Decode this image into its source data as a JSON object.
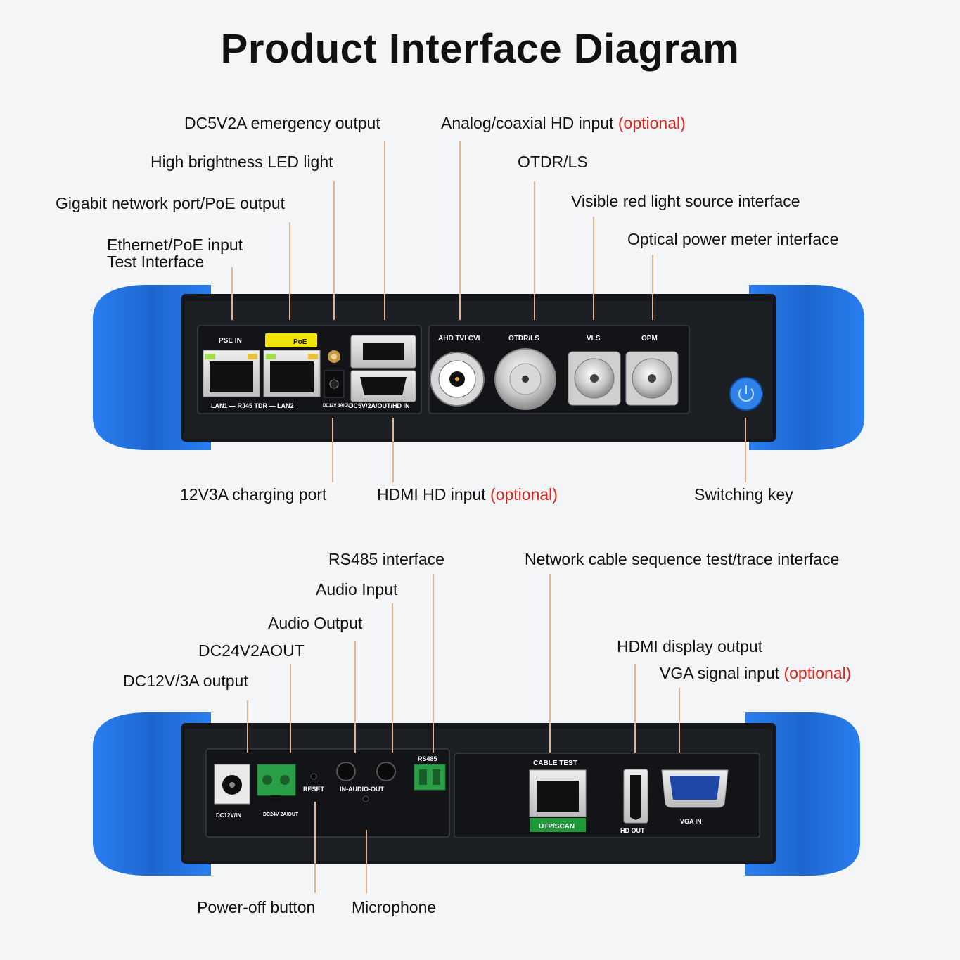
{
  "title": "Product Interface Diagram",
  "top_panel": {
    "labels_above": {
      "dc5v2a": "DC5V2A emergency output",
      "led": "High brightness LED light",
      "gigabit": "Gigabit network port/PoE output",
      "ethernet_line1": "Ethernet/PoE input",
      "ethernet_line2": "Test Interface",
      "analog": "Analog/coaxial HD input",
      "analog_opt": "(optional)",
      "otdr": "OTDR/LS",
      "vls": "Visible red light source interface",
      "opm": "Optical power meter interface"
    },
    "labels_below": {
      "charging": "12V3A charging port",
      "hdmi_in": "HDMI HD input",
      "hdmi_in_opt": "(optional)",
      "switching": "Switching key"
    },
    "panel_text": {
      "pse_in": "PSE IN",
      "poe": "PoE",
      "lan_caption": "LAN1 — RJ45 TDR — LAN2",
      "dc_small": "DC12V 3A/OUT",
      "dc5v_caption": "DC5V/2A/OUT/HD IN",
      "ahd": "AHD TVI CVI",
      "otdr_ls": "OTDR/LS",
      "vls": "VLS",
      "opm": "OPM"
    }
  },
  "bottom_panel": {
    "labels_above": {
      "rs485": "RS485 interface",
      "audio_in": "Audio Input",
      "audio_out": "Audio Output",
      "dc24": "DC24V2AOUT",
      "dc12": "DC12V/3A output",
      "cable": "Network cable sequence test/trace interface",
      "hdmi_out": "HDMI display output",
      "vga": "VGA signal input",
      "vga_opt": "(optional)"
    },
    "labels_below": {
      "power_off": "Power-off button",
      "mic": "Microphone"
    },
    "panel_text": {
      "dc12vin": "DC12V/IN",
      "dc24_caption": "DC24V 2A/OUT",
      "reset": "RESET",
      "in_audio_out": "IN-AUDIO-OUT",
      "rs485": "RS485",
      "cable_test": "CABLE TEST",
      "utp_scan": "UTP/SCAN",
      "hd_out": "HD OUT",
      "vga_in": "VGA IN"
    }
  },
  "colors": {
    "bumper": "#1f6fd6",
    "body": "#16181b",
    "leader": "#e8b28e",
    "optional": "#e0241b",
    "poe_badge": "#f2e40a",
    "utp_badge": "#1f9a3a"
  }
}
